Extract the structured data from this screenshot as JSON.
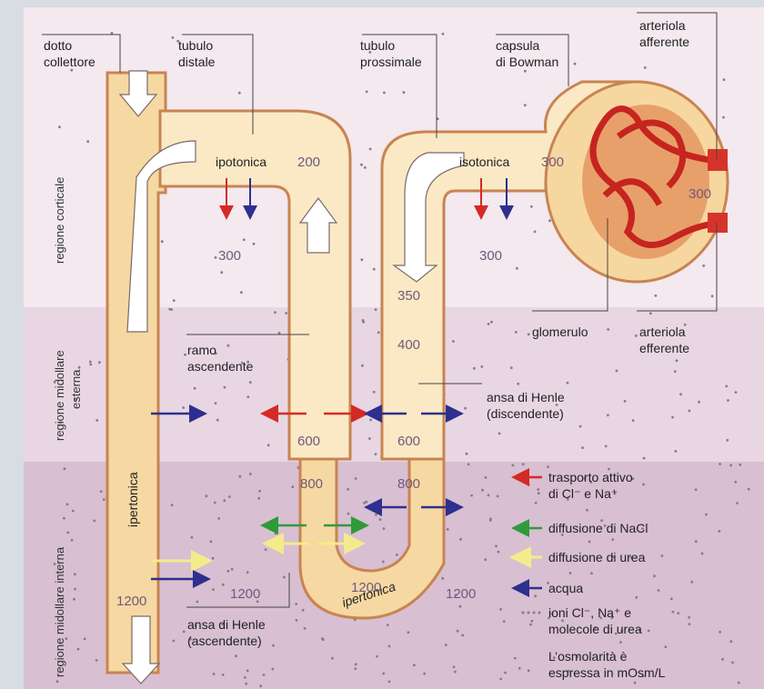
{
  "labels": {
    "dotto_collettore": [
      "dotto",
      "collettore"
    ],
    "tubulo_distale": [
      "tubulo",
      "distale"
    ],
    "tubulo_prossimale": [
      "tubulo",
      "prossimale"
    ],
    "capsula_bowman": [
      "capsula",
      "di Bowman"
    ],
    "arteriola_afferente": [
      "arteriola",
      "afferente"
    ],
    "arteriola_efferente": [
      "arteriola",
      "efferente"
    ],
    "glomerulo": "glomerulo",
    "ramo_ascendente": [
      "ramo",
      "ascendente"
    ],
    "ansa_henle_discendente": [
      "ansa di Henle",
      "(discendente)"
    ],
    "ansa_henle_ascendente": [
      "ansa di Henle",
      "(ascendente)"
    ],
    "ipotonica": "ipotonica",
    "isotonica": "isotonica",
    "ipertonica_dotto": "ipertonica",
    "ipertonica_ansa": "ipertonica"
  },
  "zones": {
    "corticale": "regione corticale",
    "midollare_esterna": [
      "regione midollare",
      "esterna"
    ],
    "midollare_interna": "regione midollare interna"
  },
  "values": {
    "v200": "200",
    "v300_dist": "300",
    "v300_prox": "300",
    "v300_bow": "300",
    "v300_art": "300",
    "v350": "350",
    "v400": "400",
    "v600_asc": "600",
    "v600_desc": "600",
    "v800_asc": "800",
    "v800_desc": "800",
    "v1200_dotto": "1200",
    "v1200_left": "1200",
    "v1200_loop": "1200",
    "v1200_right": "1200"
  },
  "legend": {
    "trasporto": [
      "trasporto attivo",
      "di Cl⁻ e Na⁺"
    ],
    "nacl": "diffusione di NaCl",
    "urea": "diffusione di urea",
    "acqua": "acqua",
    "ioni": [
      "ioni Cl⁻, Na⁺ e",
      "molecole di urea"
    ],
    "note": [
      "L’osmolarità è",
      "espressa in mOsm/L"
    ]
  },
  "colors": {
    "red_arrow": "#d42a25",
    "blue_arrow": "#2e2f8e",
    "green_arrow": "#2f9a3a",
    "yellow_arrow": "#f4ec8a",
    "cortex_bg": "#f3e9ef",
    "outer_medulla_bg": "#e8d7e3",
    "inner_medulla_bg": "#d8bfd2"
  }
}
